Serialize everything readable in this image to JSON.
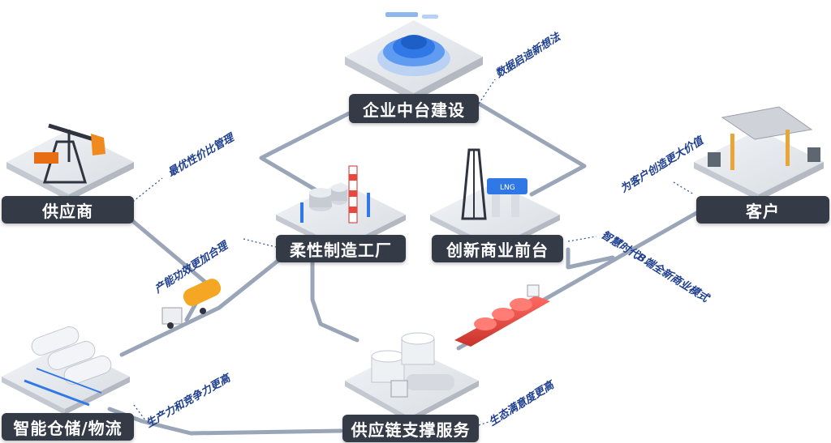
{
  "nodes": {
    "platform": "企业中台建设",
    "supplier": "供应商",
    "factory": "柔性制造工厂",
    "frontend": "创新商业前台",
    "customer": "客户",
    "warehouse": "智能仓储/物流",
    "supply_chain": "供应链支撑服务"
  },
  "annotations": {
    "data_insight": "数据启迪新想法",
    "cost_performance": "最优性价比管理",
    "customer_value": "为客户创造更大价值",
    "productivity": "产能功效更加合理",
    "b2b_model": "智慧时代B端全新商业模式",
    "competitiveness": "生产力和竞争力更高",
    "satisfaction": "生态满意度更高"
  },
  "tank_sign": "LNG",
  "colors": {
    "label_bg": "#353b46",
    "connector": "#9aa6b8",
    "note_text": "#1e3f8f",
    "accent_blue": "#2f78e6",
    "accent_orange": "#f08a1e",
    "accent_red": "#e8463f"
  }
}
